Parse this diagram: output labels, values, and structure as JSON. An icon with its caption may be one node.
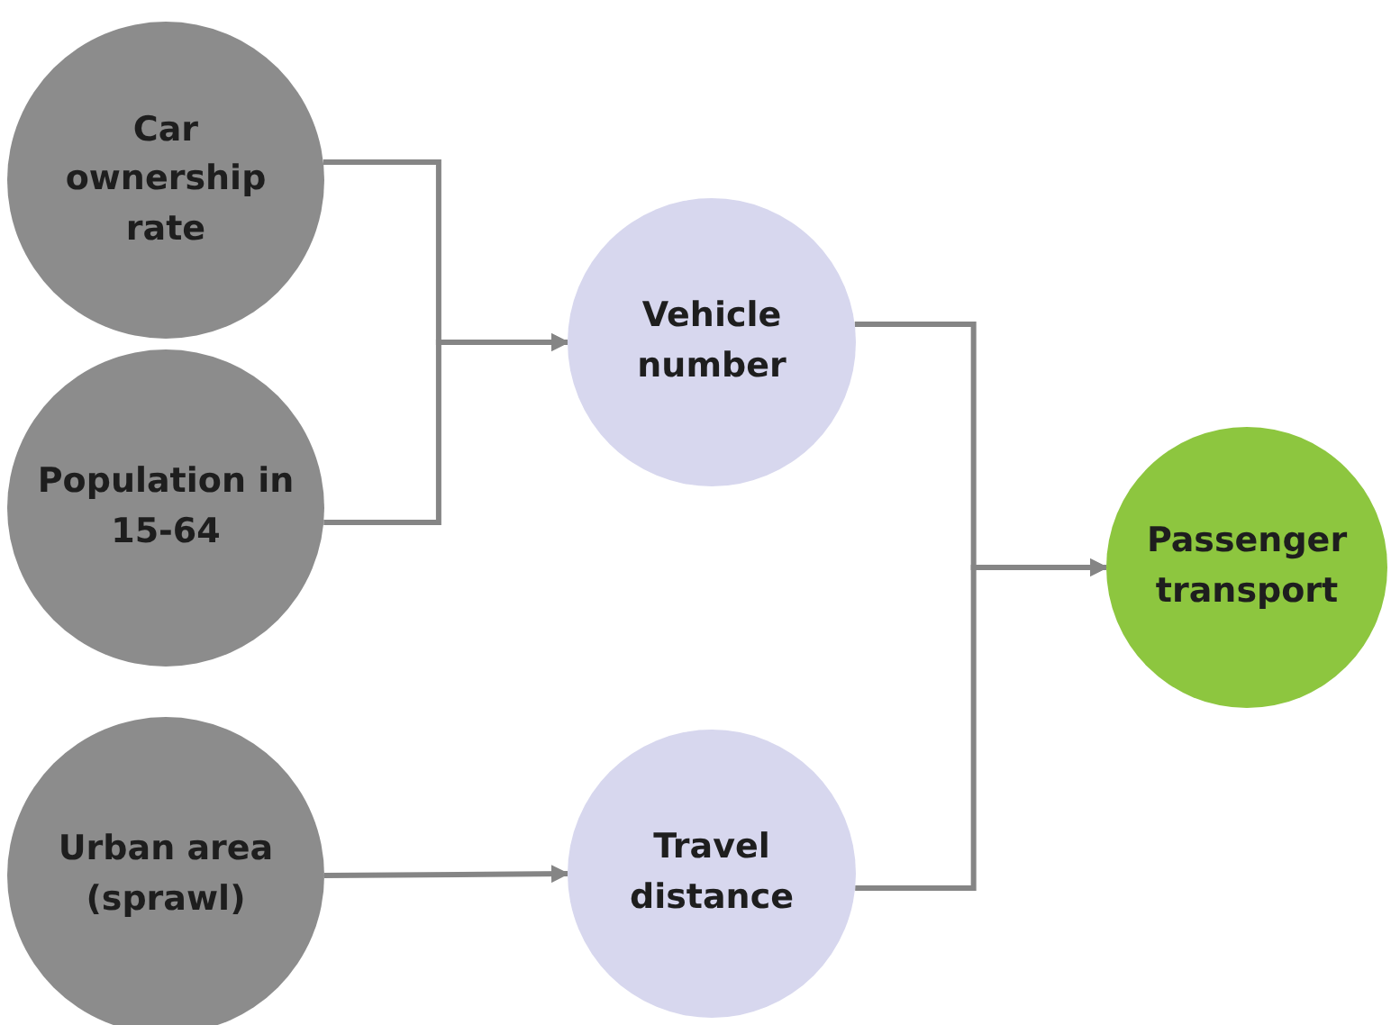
{
  "diagram": {
    "nodes": [
      {
        "text": [
          "Car ownership rate"
        ]
      },
      {
        "text": [
          "Population in 15-64"
        ]
      },
      {
        "text": [
          "Urban area (sprawl)"
        ]
      },
      {
        "text": [
          "Vehicle number"
        ]
      },
      {
        "text": [
          "Travel distance"
        ]
      },
      {
        "text": [
          "Passenger transport"
        ]
      }
    ],
    "edges": [
      {
        "from": 0,
        "to": 3,
        "arrow": "to"
      },
      {
        "from": 1,
        "to": 3,
        "arrow": "to"
      },
      {
        "from": 2,
        "to": 4,
        "arrow": "to"
      },
      {
        "from": 3,
        "to": 5,
        "arrow": "to"
      },
      {
        "from": 4,
        "to": 5,
        "arrow": "to"
      }
    ]
  }
}
